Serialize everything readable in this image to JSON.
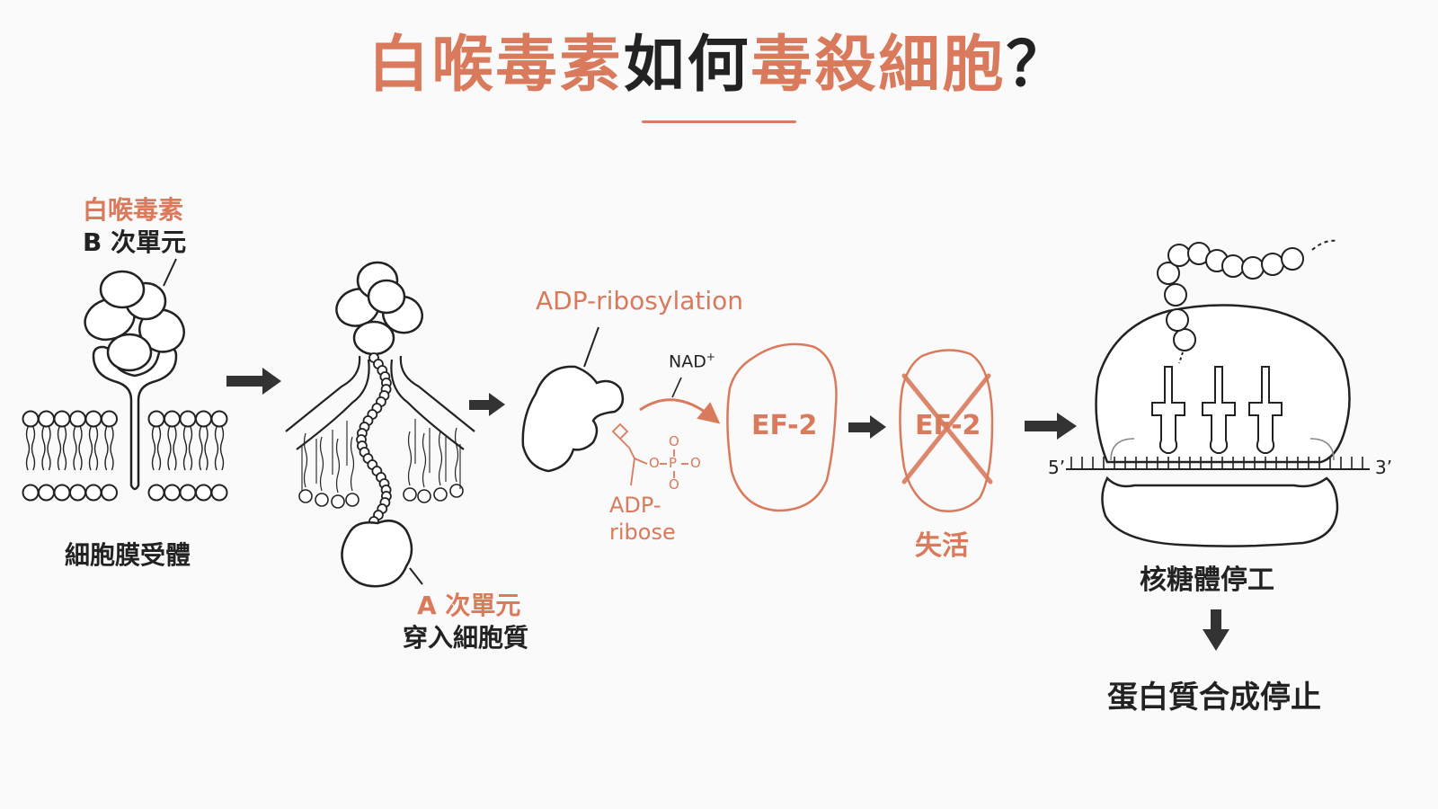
{
  "title": {
    "part1": "白喉毒素",
    "part2": "如何",
    "part3": "毒殺細胞",
    "part4": "？"
  },
  "labels": {
    "toxin": "白喉毒素",
    "b_subunit": "B 次單元",
    "membrane_receptor": "細胞膜受體",
    "a_subunit": "A 次單元",
    "enter_cytoplasm": "穿入細胞質",
    "adp_ribosylation": "ADP-ribosylation",
    "nad": "NAD",
    "nad_sup": "+",
    "adp_ribose_1": "ADP-",
    "adp_ribose_2": "ribose",
    "phosphate_o": "O",
    "phosphate_p": "P",
    "ef2": "EF-2",
    "ef2_inactive": "EF-2",
    "inactivated": "失活",
    "five_prime": "5’",
    "three_prime": "3’",
    "ribosome_stop": "核糖體停工",
    "protein_synthesis_stop": "蛋白質合成停止"
  },
  "colors": {
    "accent": "#d97a5c",
    "ink": "#222222",
    "background": "#fafafa"
  }
}
